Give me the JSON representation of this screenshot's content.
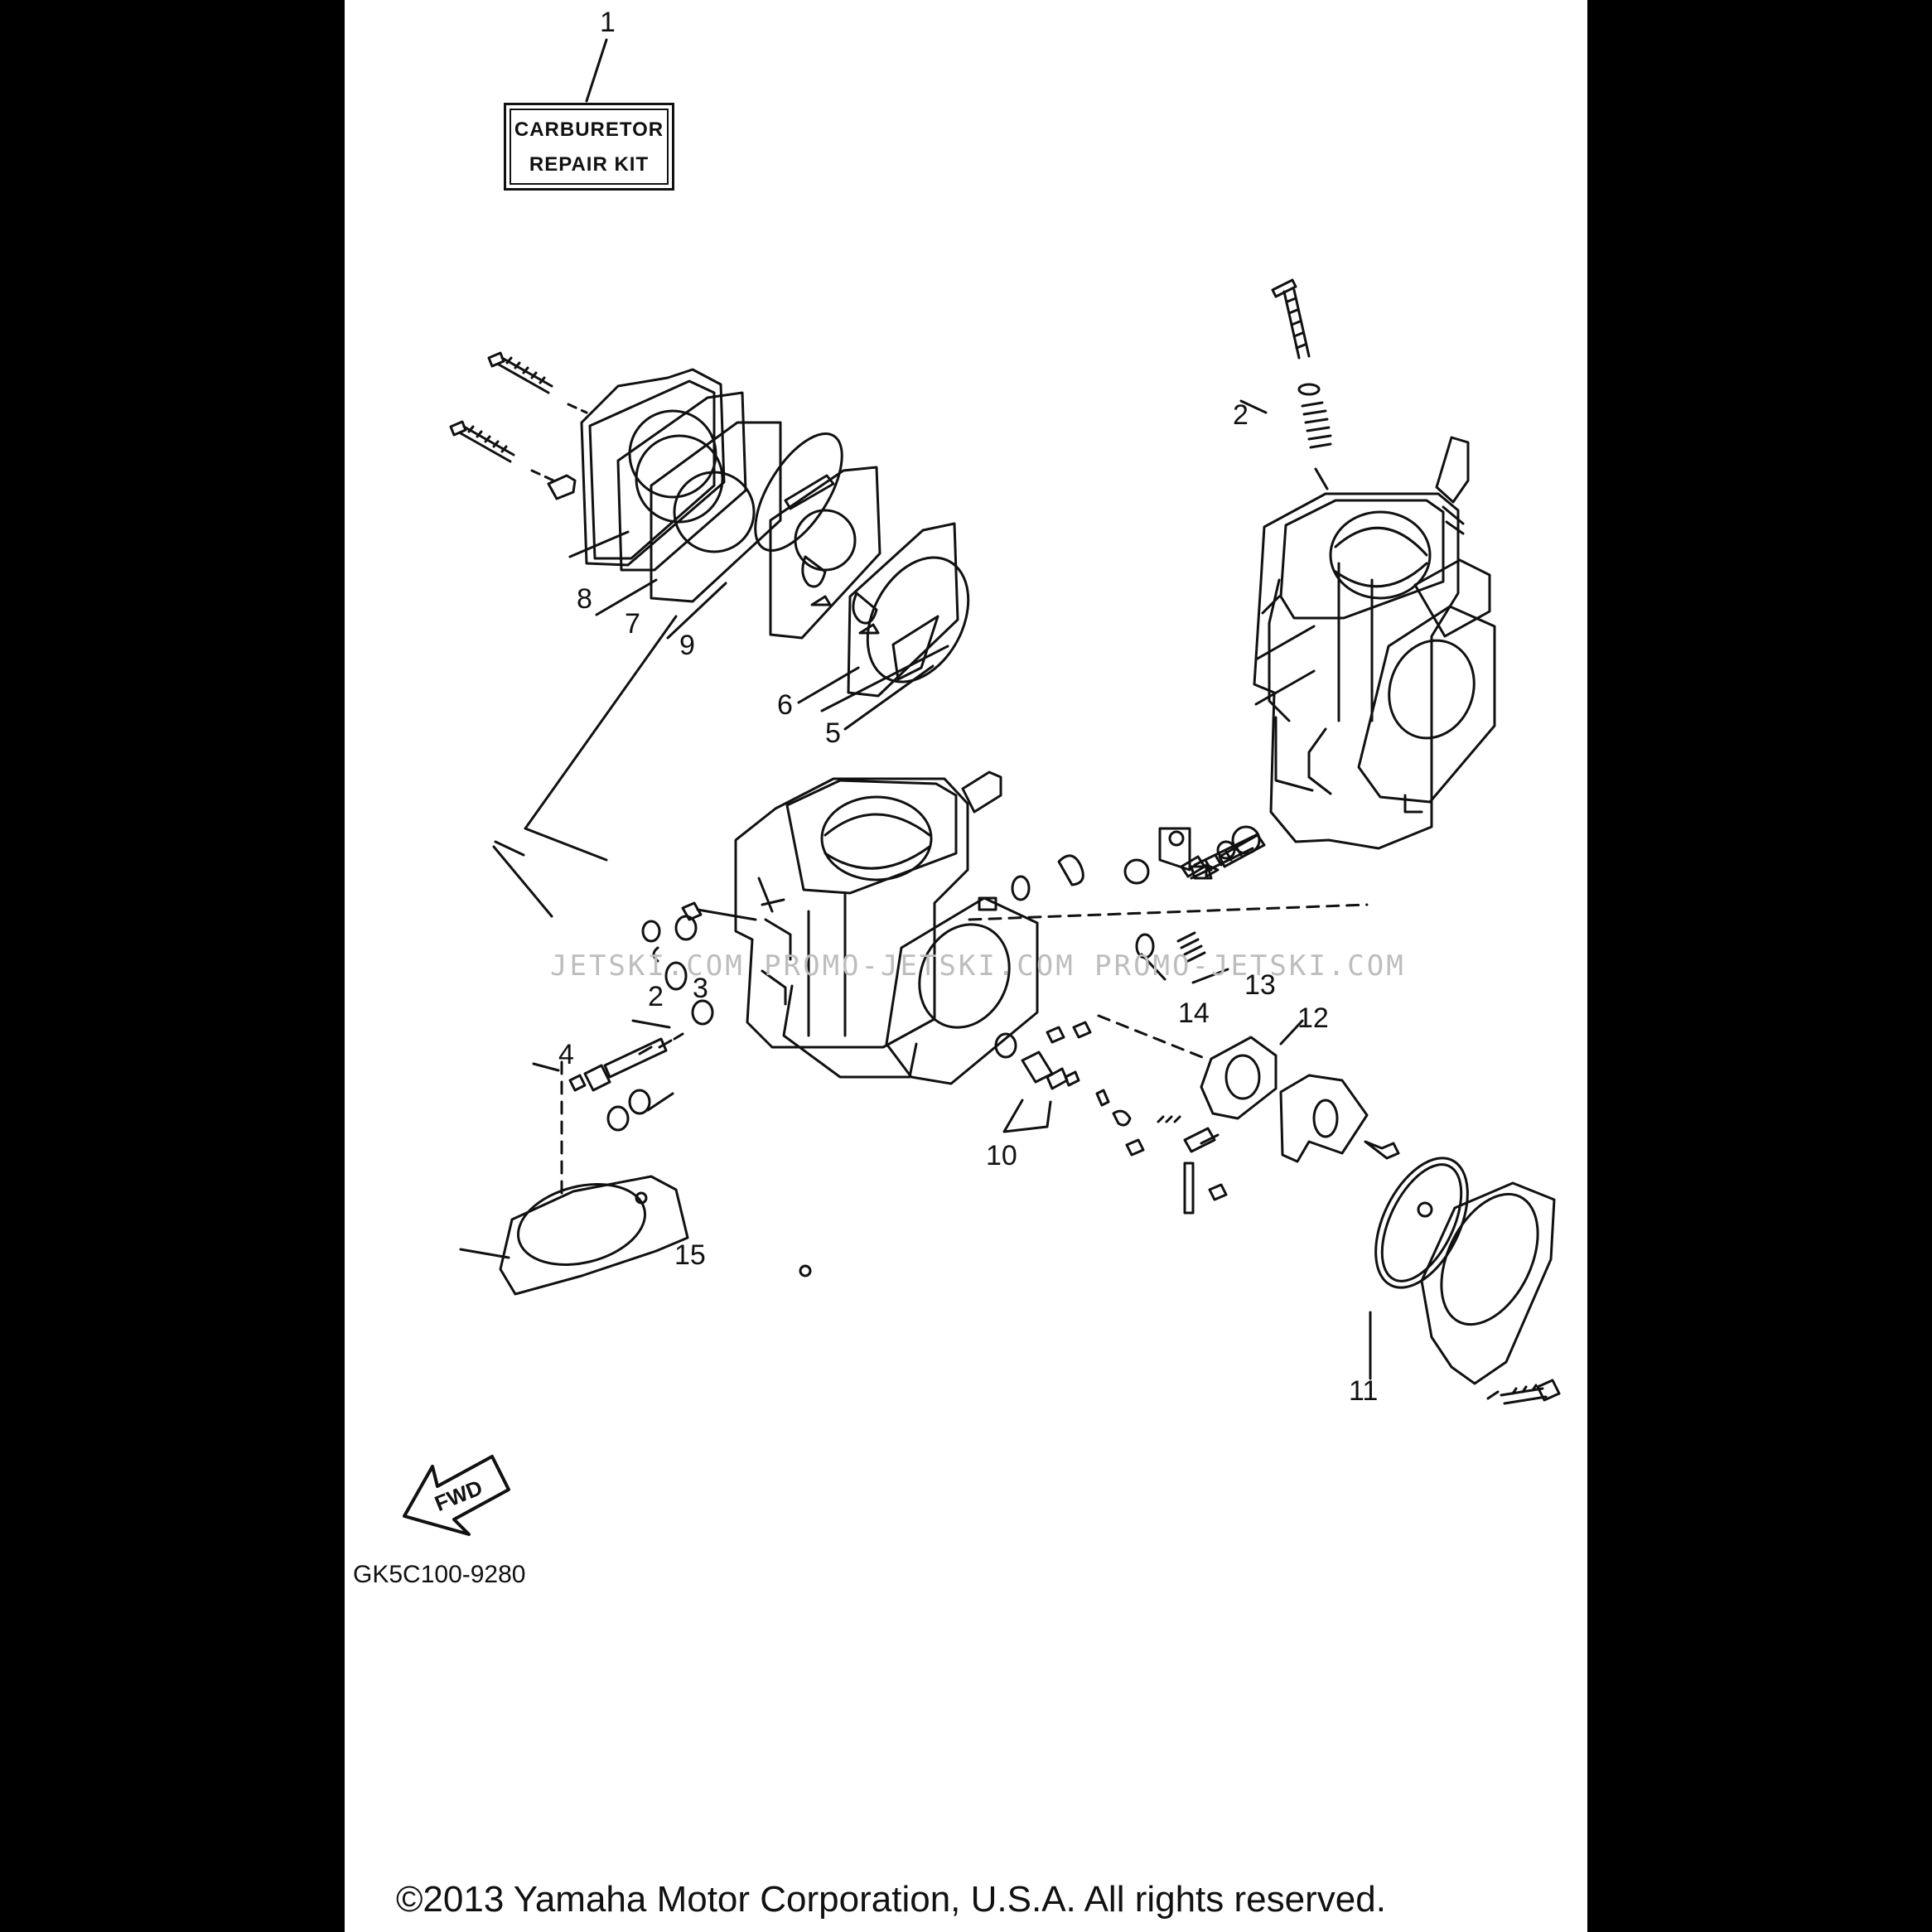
{
  "kit_label": {
    "line1": "CARBURETOR",
    "line2": "REPAIR KIT"
  },
  "callouts": {
    "n1": "1",
    "n2a": "2",
    "n2b": "2",
    "n3": "3",
    "n4": "4",
    "n5": "5",
    "n6": "6",
    "n7": "7",
    "n8": "8",
    "n9": "9",
    "n10": "10",
    "n11": "11",
    "n12": "12",
    "n13": "13",
    "n14": "14",
    "n15": "15"
  },
  "fwd_arrow": "FWD",
  "diagram_code": "GK5C100-9280",
  "watermark": "JETSKI.COM  PROMO-JETSKI.COM  PROMO-JETSKI.COM",
  "copyright": "©2013 Yamaha Motor Corporation, U.S.A. All rights reserved."
}
